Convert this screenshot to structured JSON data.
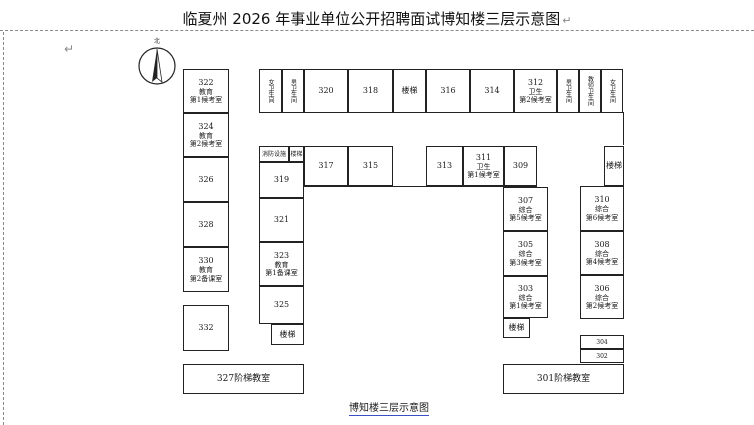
{
  "document": {
    "title": "临夏州 2026 年事业单位公开招聘面试博知楼三层示意图",
    "caption": "博知楼三层示意图",
    "return_mark": "↵"
  },
  "compass": {
    "north_label": "北"
  },
  "rooms": [
    {
      "key": "r322",
      "lines": [
        "322",
        "教育",
        "第1候考室"
      ]
    },
    {
      "key": "r324",
      "lines": [
        "324",
        "教育",
        "第2候考室"
      ]
    },
    {
      "key": "r326",
      "lines": [
        "326"
      ]
    },
    {
      "key": "r328",
      "lines": [
        "328"
      ]
    },
    {
      "key": "r330",
      "lines": [
        "330",
        "教育",
        "第2备课室"
      ]
    },
    {
      "key": "r332",
      "lines": [
        "332"
      ]
    },
    {
      "key": "r327",
      "lines": [
        "327阶梯教室"
      ]
    },
    {
      "key": "wc_f1",
      "lines": [
        "女卫生间"
      ]
    },
    {
      "key": "wc_m1",
      "lines": [
        "男卫生间"
      ]
    },
    {
      "key": "r320",
      "lines": [
        "320"
      ]
    },
    {
      "key": "r318",
      "lines": [
        "318"
      ]
    },
    {
      "key": "stairs_top",
      "lines": [
        "楼梯"
      ]
    },
    {
      "key": "r316",
      "lines": [
        "316"
      ]
    },
    {
      "key": "r314",
      "lines": [
        "314"
      ]
    },
    {
      "key": "r312",
      "lines": [
        "312",
        "卫生",
        "第2候考室"
      ]
    },
    {
      "key": "wc_m2",
      "lines": [
        "男卫生间"
      ]
    },
    {
      "key": "wc_staff",
      "lines": [
        "教师卫生间"
      ]
    },
    {
      "key": "wc_f2",
      "lines": [
        "女卫生间"
      ]
    },
    {
      "key": "fire",
      "lines": [
        "消防设施"
      ]
    },
    {
      "key": "stairs_mid",
      "lines": [
        "楼梯"
      ]
    },
    {
      "key": "r317",
      "lines": [
        "317"
      ]
    },
    {
      "key": "r315",
      "lines": [
        "315"
      ]
    },
    {
      "key": "r313",
      "lines": [
        "313"
      ]
    },
    {
      "key": "r311",
      "lines": [
        "311",
        "卫生",
        "第1候考室"
      ]
    },
    {
      "key": "r309",
      "lines": [
        "309"
      ]
    },
    {
      "key": "stairs_right",
      "lines": [
        "楼梯"
      ]
    },
    {
      "key": "r319",
      "lines": [
        "319"
      ]
    },
    {
      "key": "r321",
      "lines": [
        "321"
      ]
    },
    {
      "key": "r323",
      "lines": [
        "323",
        "教育",
        "第1备课室"
      ]
    },
    {
      "key": "r325",
      "lines": [
        "325"
      ]
    },
    {
      "key": "stairs_inner",
      "lines": [
        "楼梯"
      ]
    },
    {
      "key": "r307",
      "lines": [
        "307",
        "综合",
        "第5候考室"
      ]
    },
    {
      "key": "r305",
      "lines": [
        "305",
        "综合",
        "第3候考室"
      ]
    },
    {
      "key": "r303",
      "lines": [
        "303",
        "综合",
        "第1候考室"
      ]
    },
    {
      "key": "stairs_right2",
      "lines": [
        "楼梯"
      ]
    },
    {
      "key": "r310",
      "lines": [
        "310",
        "综合",
        "第6候考室"
      ]
    },
    {
      "key": "r308",
      "lines": [
        "308",
        "综合",
        "第4候考室"
      ]
    },
    {
      "key": "r306",
      "lines": [
        "306",
        "综合",
        "第2候考室"
      ]
    },
    {
      "key": "r304",
      "lines": [
        "304"
      ]
    },
    {
      "key": "r302",
      "lines": [
        "302"
      ]
    },
    {
      "key": "r301",
      "lines": [
        "301阶梯教室"
      ]
    }
  ]
}
